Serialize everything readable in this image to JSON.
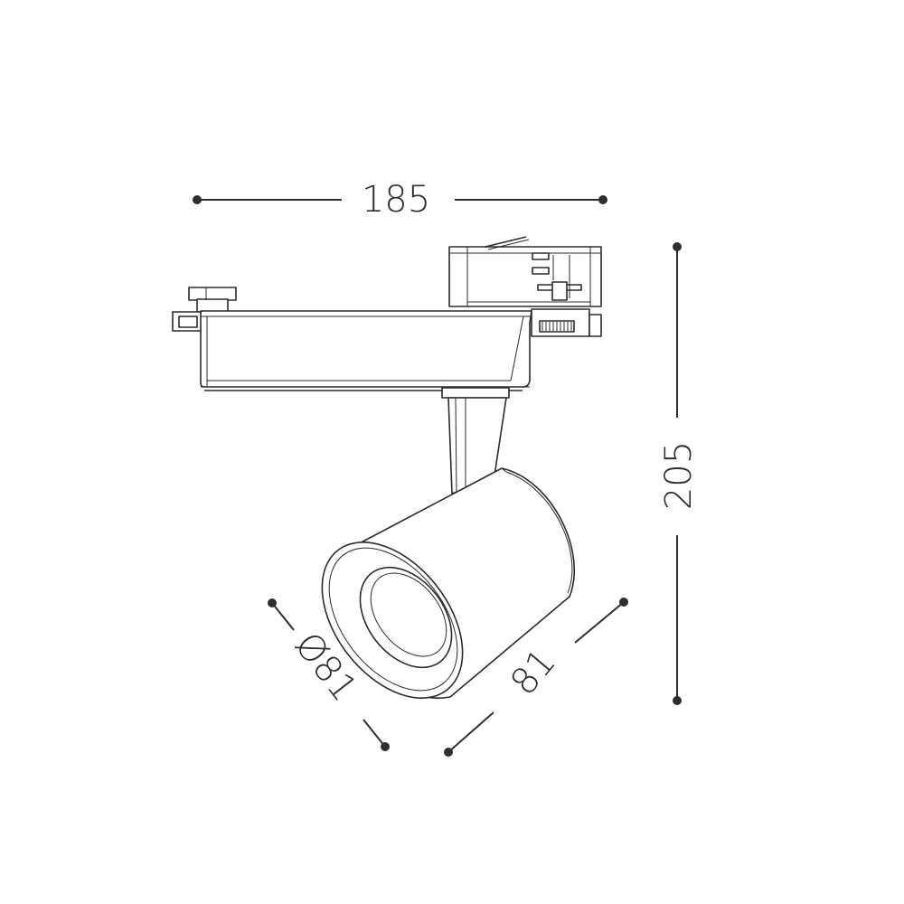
{
  "dimensions": {
    "width_label": "185",
    "height_label": "205",
    "diameter_label": "Ø81",
    "depth_label": "81"
  },
  "colors": {
    "line": "#2b2b2b",
    "background": "#ffffff"
  }
}
